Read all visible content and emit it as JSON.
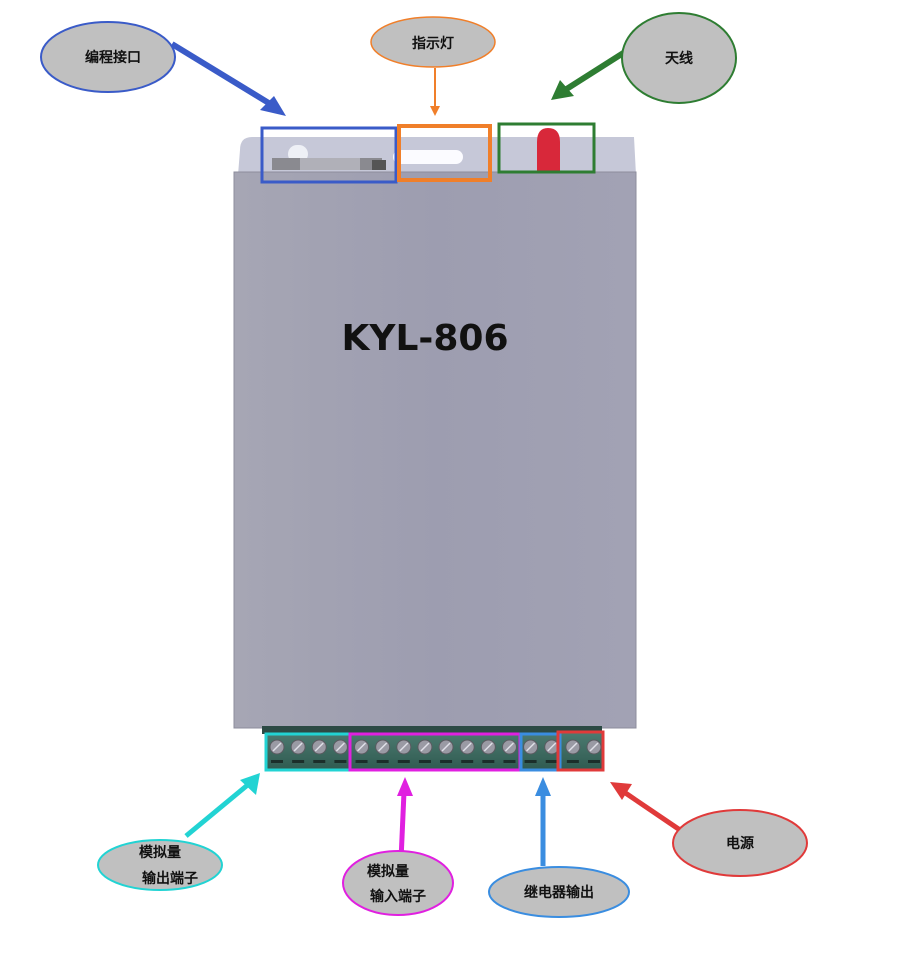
{
  "device": {
    "model": "KYL-806"
  },
  "callouts": {
    "programming_port": "编程接口",
    "indicator": "指示灯",
    "antenna": "天线",
    "analog_output_line1": "模拟量",
    "analog_output_line2": "输出端子",
    "analog_input_line1": "模拟量",
    "analog_input_line2": "输入端子",
    "relay_output": "继电器输出",
    "power": "电源"
  },
  "colors": {
    "programming_port": "#3a5bc8",
    "indicator": "#f07f2a",
    "antenna": "#2e7d32",
    "analog_output": "#22d3d3",
    "analog_input": "#e020e0",
    "relay_output": "#3a8de0",
    "power": "#e03a3a",
    "bubble_fill": "#c0c0c0"
  },
  "terminals": {
    "analog_output": 4,
    "analog_input": 8,
    "relay_output": 2,
    "power": 2
  }
}
